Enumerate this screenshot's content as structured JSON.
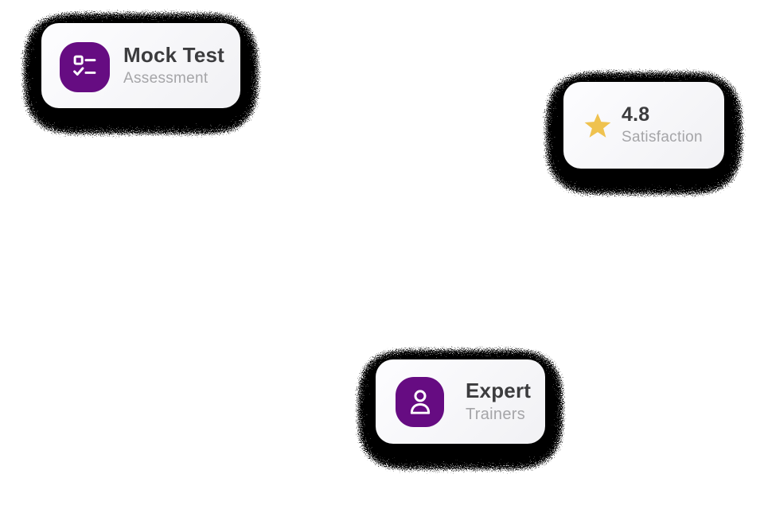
{
  "page": {
    "background": "#ffffff",
    "shadow_color": "#000000",
    "shadow_style": "dithered-speckle-noise"
  },
  "colors": {
    "accent_purple": "#660c82",
    "star_gold": "#efc24f",
    "title_text": "#3c3c3e",
    "subtitle_text": "#a5a5a8",
    "card_bg_start": "#fdfdff",
    "card_bg_end": "#f1f1f4",
    "icon_glyph": "#ffffff"
  },
  "badges": [
    {
      "title": "Mock Test",
      "subtitle": "Assessment",
      "icon": "checklist-icon"
    },
    {
      "title": "4.8",
      "subtitle": "Satisfaction",
      "icon": "star-icon"
    },
    {
      "title": "Expert",
      "subtitle": "Trainers",
      "icon": "user-icon"
    }
  ]
}
